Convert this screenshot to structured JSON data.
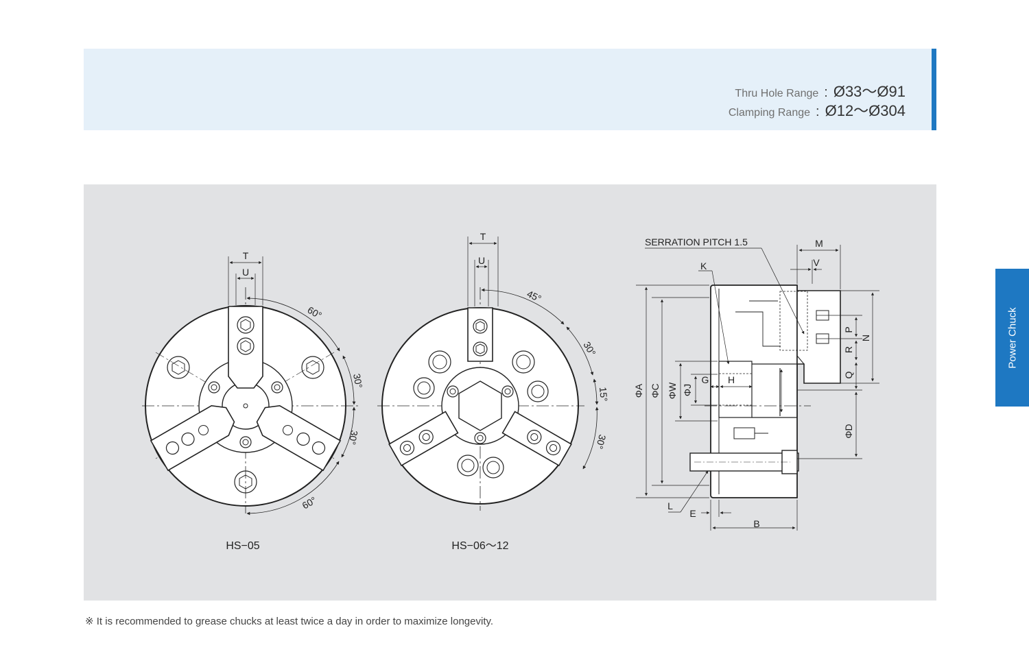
{
  "header": {
    "specs": [
      {
        "label": "Thru Hole Range",
        "value": "Ø33～Ø91"
      },
      {
        "label": "Clamping Range",
        "value": "Ø12～Ø304"
      }
    ],
    "colon": ":",
    "accent_color": "#1e78c2",
    "band_color": "#e5f0f9"
  },
  "side_tab": {
    "label": "Power Chuck",
    "color": "#1e78c2"
  },
  "drawings": {
    "left_caption": "HS−05",
    "middle_caption": "HS−06～12",
    "left_dims": {
      "t": "T",
      "u": "U",
      "a60_top": "60°",
      "a30_a": "30°",
      "a30_b": "30°",
      "a60_bottom": "60°"
    },
    "middle_dims": {
      "t": "T",
      "u": "U",
      "a45": "45°",
      "a30_a": "30°",
      "a15": "15°",
      "a30_b": "30°"
    },
    "side_dims": {
      "serration": "SERRATION PITCH 1.5",
      "k": "K",
      "m": "M",
      "v": "V",
      "p": "P",
      "n": "N",
      "r": "R",
      "q": "Q",
      "a": "ΦA",
      "c": "ΦC",
      "w": "ΦW",
      "j": "ΦJ",
      "g": "G",
      "h": "H",
      "d": "ΦD",
      "l": "L",
      "e": "E",
      "b": "B"
    }
  },
  "footnote": "※  It is recommended to grease chucks at least twice a day in order to maximize longevity."
}
